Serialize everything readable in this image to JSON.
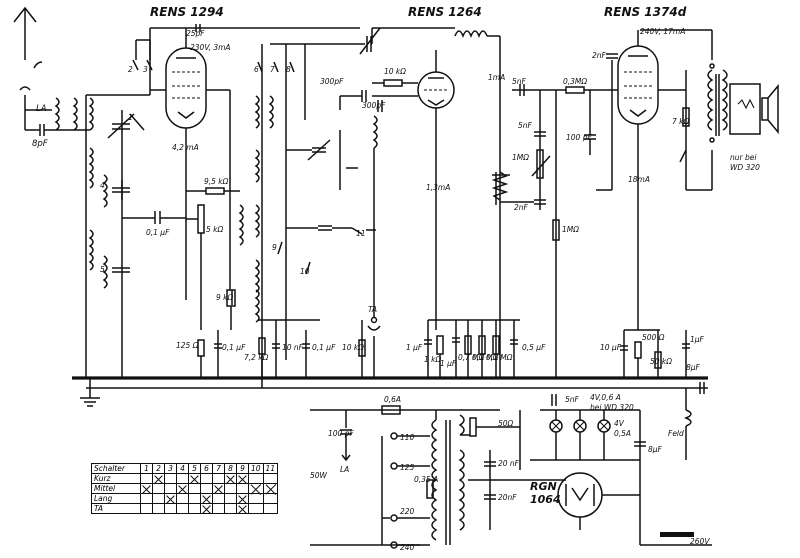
{
  "tubes": {
    "t1": "RENS 1294",
    "t2": "RENS 1264",
    "t3": "RENS 1374d",
    "rect": "RGN",
    "rect_num": "1064"
  },
  "labels": {
    "la": "LA",
    "c8p": "8pF",
    "c25p": "25pF",
    "v230": "230V, 3mA",
    "v240": "240V, 17mA",
    "c300a": "300pF",
    "c300b": "300pF",
    "r10k": "10 kΩ",
    "ma1": "1mA",
    "c5n1": "5nF",
    "r03m": "0,3MΩ",
    "c5n2": "5nF",
    "c2n1": "2nF",
    "c2n2": "2nF",
    "c100p": "100 pF",
    "r1m1": "1MΩ",
    "r1m2": "1MΩ",
    "ma42": "4,2 mA",
    "ma13": "1,3mA",
    "ma18": "18mA",
    "r95k": "9,5 kΩ",
    "r5k": "5 kΩ",
    "c01u": "0,1 µF",
    "r9k": "9 kΩ",
    "r7k": "7 kΩ",
    "nur1": "nur bei",
    "nur2": "WD 320",
    "r125": "125 Ω",
    "c01a": "0,1 µF",
    "r72k": "7,2 kΩ",
    "c10n": "10 nF",
    "c01b": "0,1 µF",
    "r10ka": "10 kΩ",
    "ta1": "TA",
    "c1u1": "1 µF",
    "r1k1": "1 kΩ",
    "c1u2": "1 µF",
    "r07m": "0,7 MΩ",
    "r01m1": "0,1 MΩ",
    "r01m2": "0,1 MΩ",
    "c05u": "0,5 µF",
    "c10u": "10 µF",
    "r500": "500 Ω",
    "c1u3": "1µF",
    "r50": "50 kΩ",
    "c8u1": "8µF",
    "c06a": "0,6A",
    "c5n3": "5nF",
    "v4a": "4V,0,6 A",
    "wd320": "bei WD 320",
    "v4b": "4V",
    "a05": "0,5A",
    "r50o": "50Ω",
    "feld": "Feld",
    "c100p2": "100 pF",
    "la2": "LA",
    "w50": "50W",
    "v110": "110",
    "v125": "125",
    "v220": "220",
    "v240b": "240",
    "a035": "0,35 A",
    "c20n1": "20 nF",
    "c20n2": "20nF",
    "c8u2": "8µF",
    "v260": "260V",
    "s1": "1",
    "s2": "2",
    "s3": "3",
    "s4": "4",
    "s5": "5",
    "s6": "6",
    "s7": "7",
    "s8": "8",
    "s9": "9",
    "s10": "10",
    "s11": "11"
  },
  "switch_table": {
    "header": "Schalter",
    "cols": [
      "1",
      "2",
      "3",
      "4",
      "5",
      "6",
      "7",
      "8",
      "9",
      "10",
      "11"
    ],
    "rows": [
      {
        "label": "Kurz",
        "marks": [
          0,
          1,
          0,
          0,
          1,
          0,
          0,
          1,
          1,
          0,
          0
        ]
      },
      {
        "label": "Mittel",
        "marks": [
          1,
          0,
          0,
          1,
          0,
          0,
          1,
          0,
          0,
          1,
          1
        ]
      },
      {
        "label": "Lang",
        "marks": [
          0,
          0,
          1,
          0,
          0,
          1,
          0,
          0,
          1,
          0,
          0
        ]
      },
      {
        "label": "TA",
        "marks": [
          0,
          0,
          0,
          0,
          0,
          1,
          0,
          0,
          1,
          0,
          0
        ]
      }
    ]
  }
}
